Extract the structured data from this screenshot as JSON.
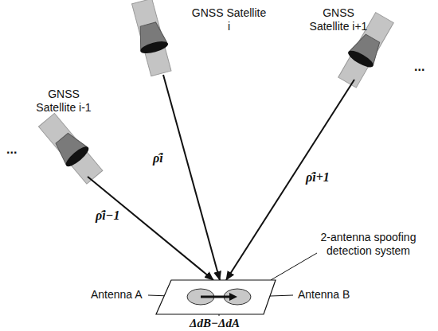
{
  "diagram": {
    "nodes": [
      {
        "text": [
          "GNSS Satellite i-1"
        ]
      },
      {
        "text": [
          "GNSS Satellite i"
        ]
      },
      {
        "text": [
          "GNSS Satellite i+1"
        ]
      },
      {
        "text": [
          "2-antenna spoofing detection system"
        ]
      }
    ],
    "edges": [
      {
        "from": 0,
        "to": 3,
        "arrow": "to",
        "label": "ρ̂i−1"
      },
      {
        "from": 1,
        "to": 3,
        "arrow": "to",
        "label": "ρ̂i"
      },
      {
        "from": 2,
        "to": 3,
        "arrow": "to",
        "label": "ρ̂i+1"
      }
    ],
    "labels": [
      "...",
      "...",
      "Antenna A",
      "Antenna B",
      "ΔdB−ΔdA"
    ]
  }
}
